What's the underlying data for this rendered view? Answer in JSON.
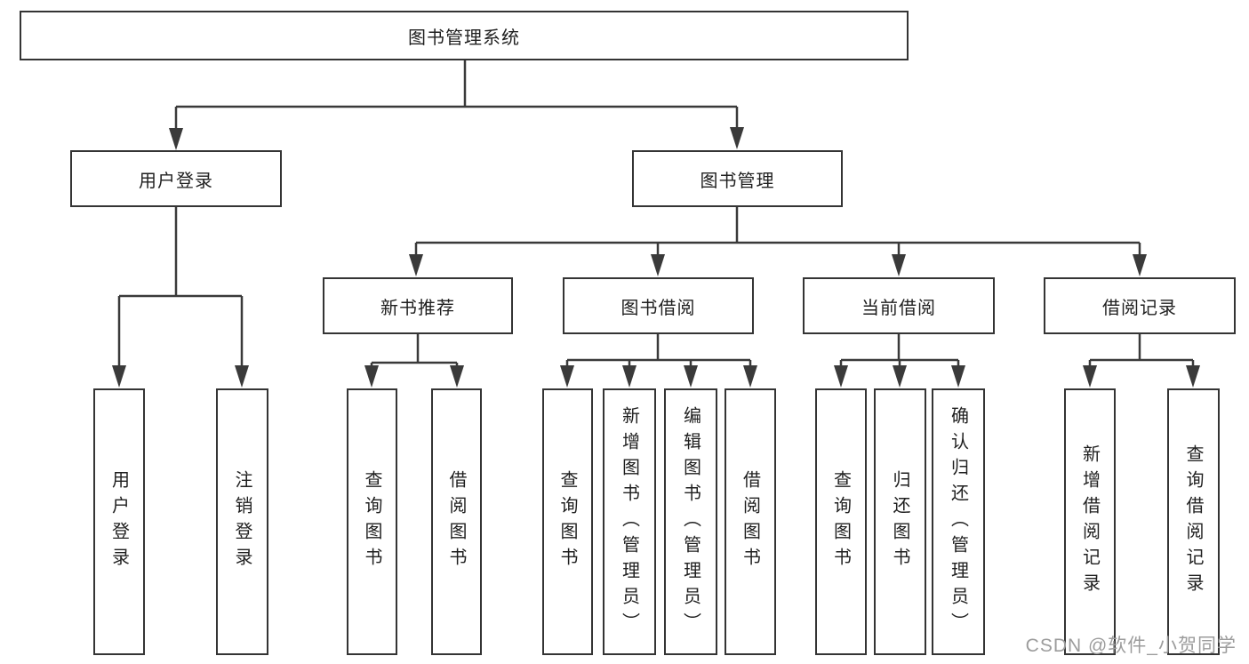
{
  "diagram": {
    "title": "图书管理系统",
    "level2": {
      "user_login": "用户登录",
      "book_mgmt": "图书管理"
    },
    "level3": {
      "new_book": "新书推荐",
      "book_borrow": "图书借阅",
      "current_borrow": "当前借阅",
      "borrow_records": "借阅记录"
    },
    "leaves": {
      "user_login": [
        "用户登录",
        "注销登录"
      ],
      "new_book": [
        "查询图书",
        "借阅图书"
      ],
      "book_borrow": [
        "查询图书",
        "新增图书（管理员）",
        "编辑图书（管理员）",
        "借阅图书"
      ],
      "current_borrow": [
        "查询图书",
        "归还图书",
        "确认归还（管理员）"
      ],
      "borrow_records": [
        "新增借阅记录",
        "查询借阅记录"
      ]
    }
  },
  "watermark": "CSDN @软件_小贺同学",
  "colors": {
    "line": "#3a3a3a",
    "text": "#1f1f1f",
    "watermark": "#9c9c9c",
    "background": "#ffffff"
  }
}
